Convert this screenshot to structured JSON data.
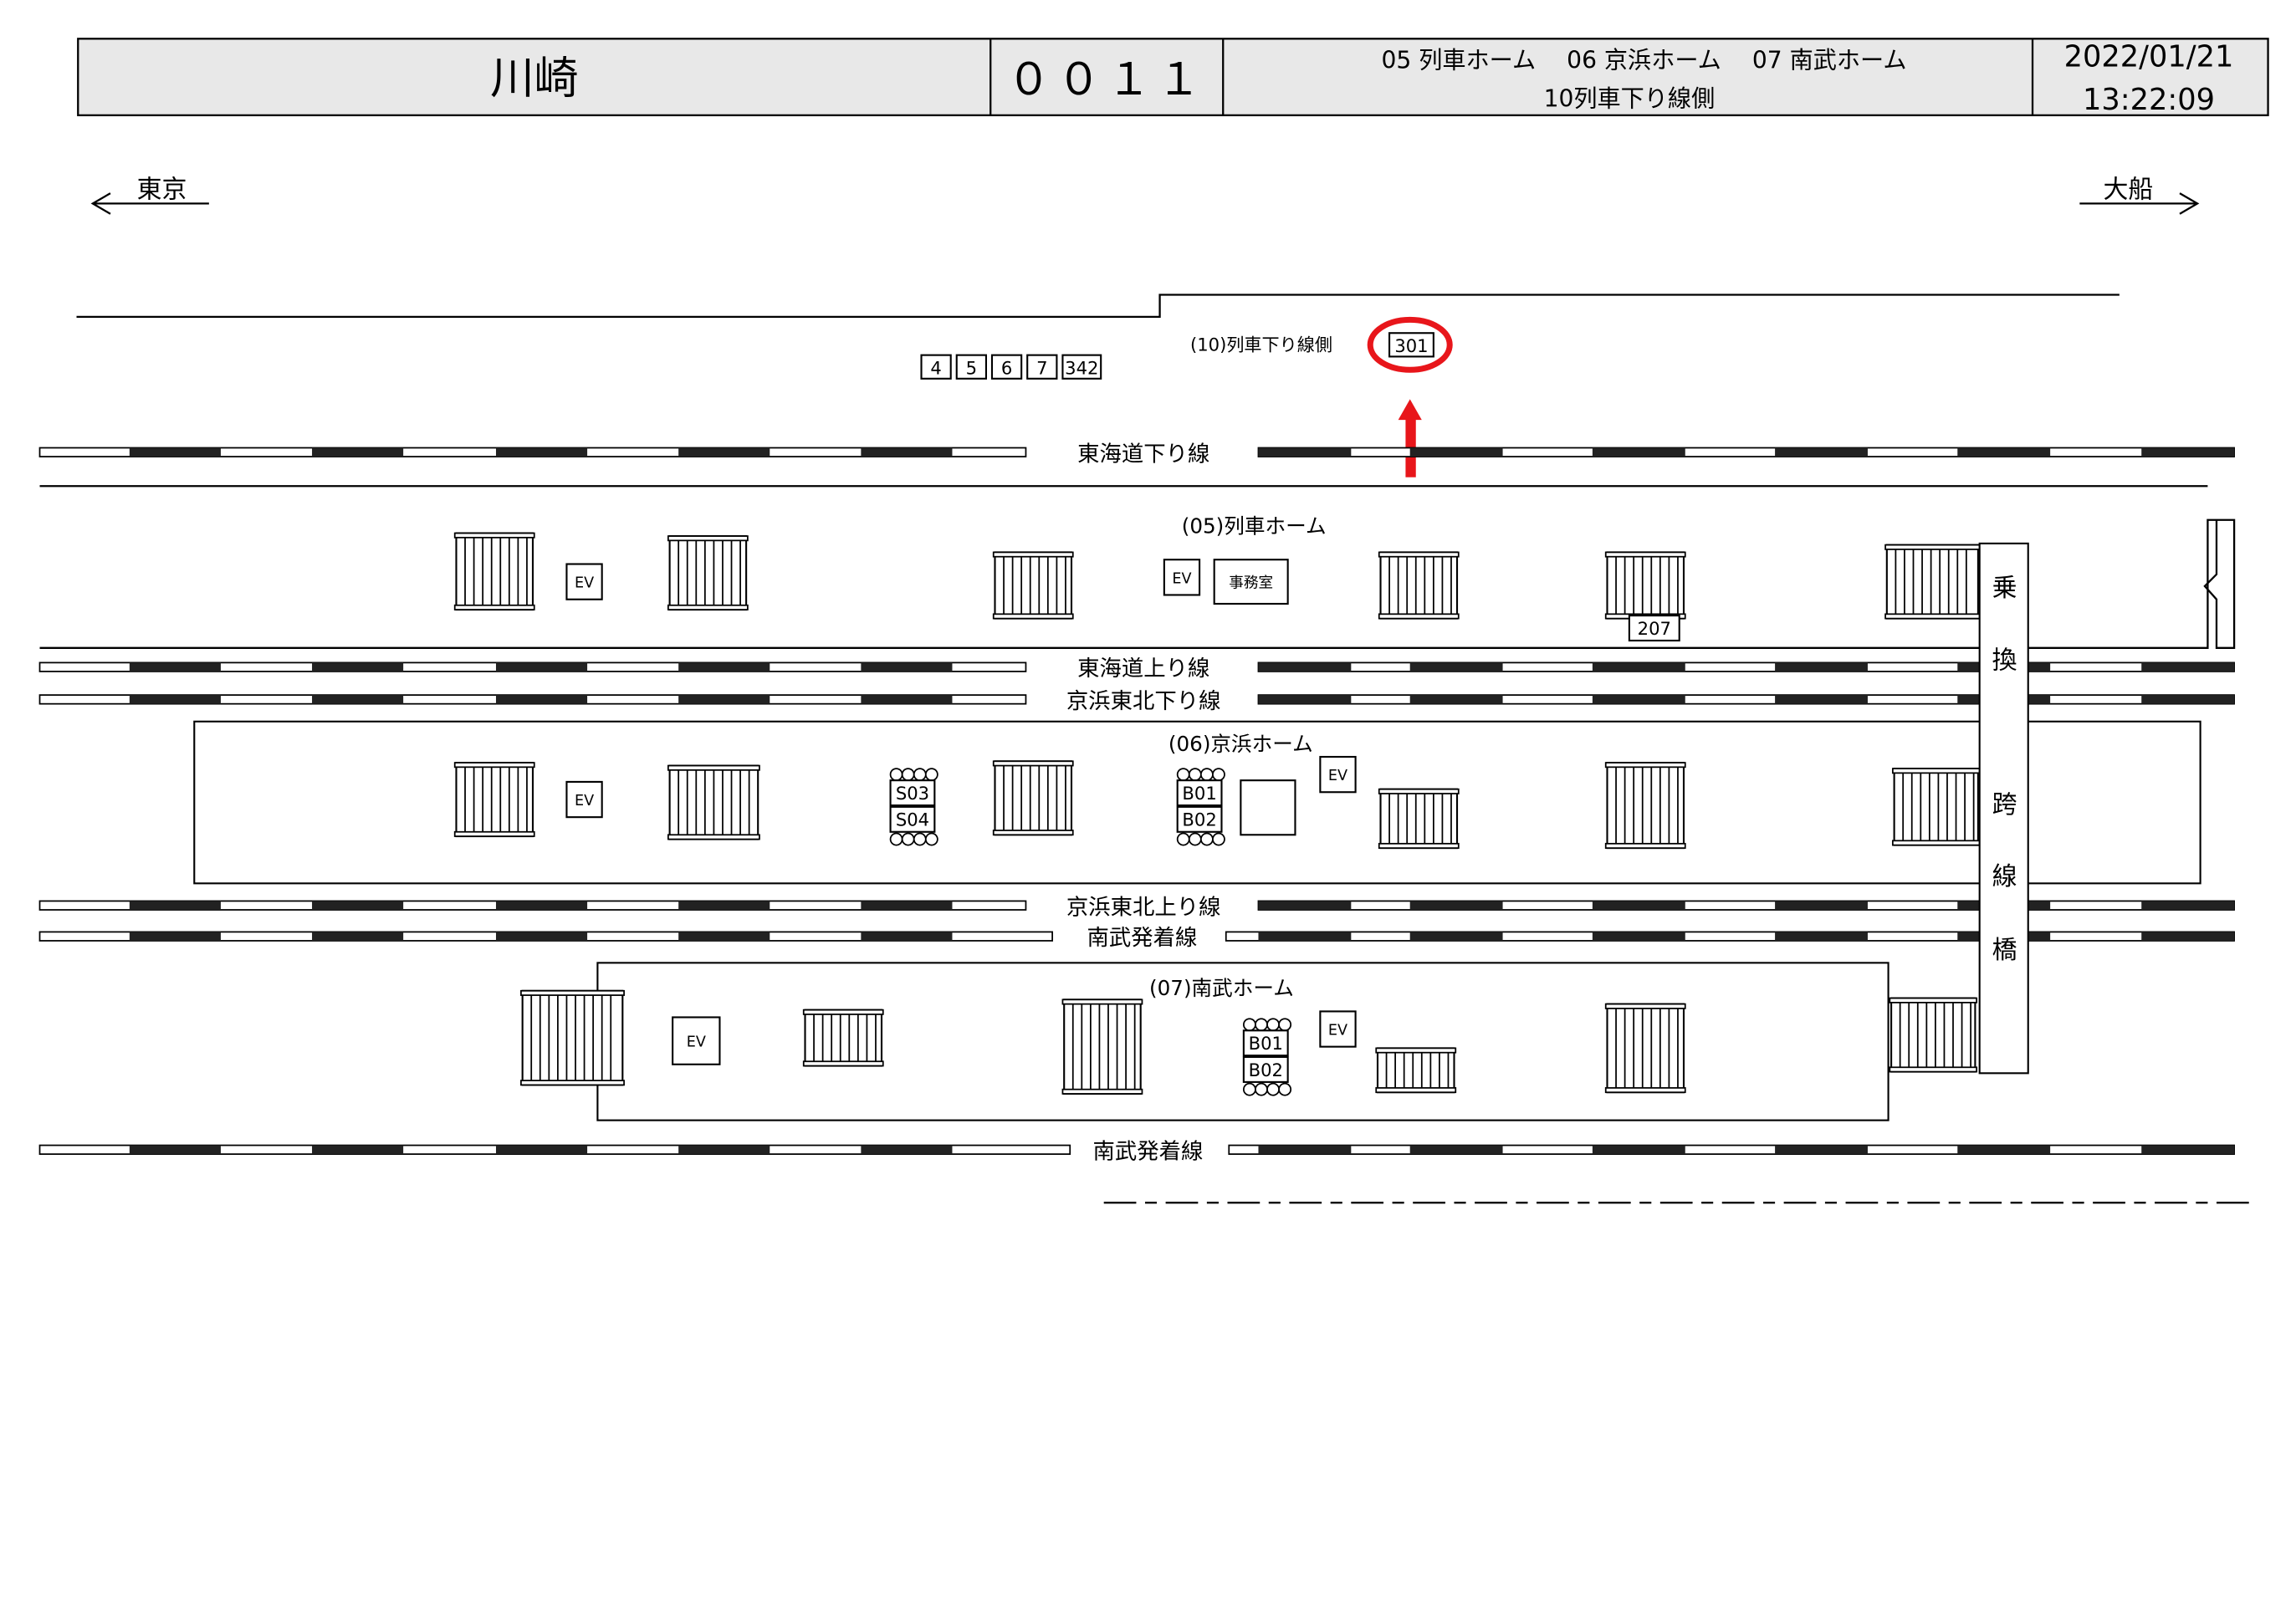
{
  "header": {
    "station": "川崎",
    "code": "００１１",
    "platforms_line": "05 列車ホーム　 06 京浜ホーム　 07 南武ホーム",
    "side_line": "10列車下り線側",
    "date": "2022/01/21",
    "time": "13:22:09"
  },
  "directions": {
    "left": "東京",
    "right": "大船"
  },
  "side_label": "(10)列車下り線側",
  "highlight": {
    "code": "301",
    "color": "#e8161b"
  },
  "car_numbers": [
    "4",
    "5",
    "6",
    "7",
    "342"
  ],
  "tracks": {
    "tokaido_down": "東海道下り線",
    "tokaido_up": "東海道上り線",
    "keihin_down": "京浜東北下り線",
    "keihin_up": "京浜東北上り線",
    "nambu_arr1": "南武発着線",
    "nambu_arr2": "南武発着線"
  },
  "platforms": {
    "p05": "(05)列車ホーム",
    "p06": "(06)京浜ホーム",
    "p07": "(07)南武ホーム"
  },
  "facilities": {
    "ev": "EV",
    "office": "事務室",
    "stair_207": "207",
    "s03": "S03",
    "s04": "S04",
    "b01": "B01",
    "b02": "B02"
  },
  "bridge": [
    "乗",
    "換",
    "跨",
    "線",
    "橋"
  ]
}
